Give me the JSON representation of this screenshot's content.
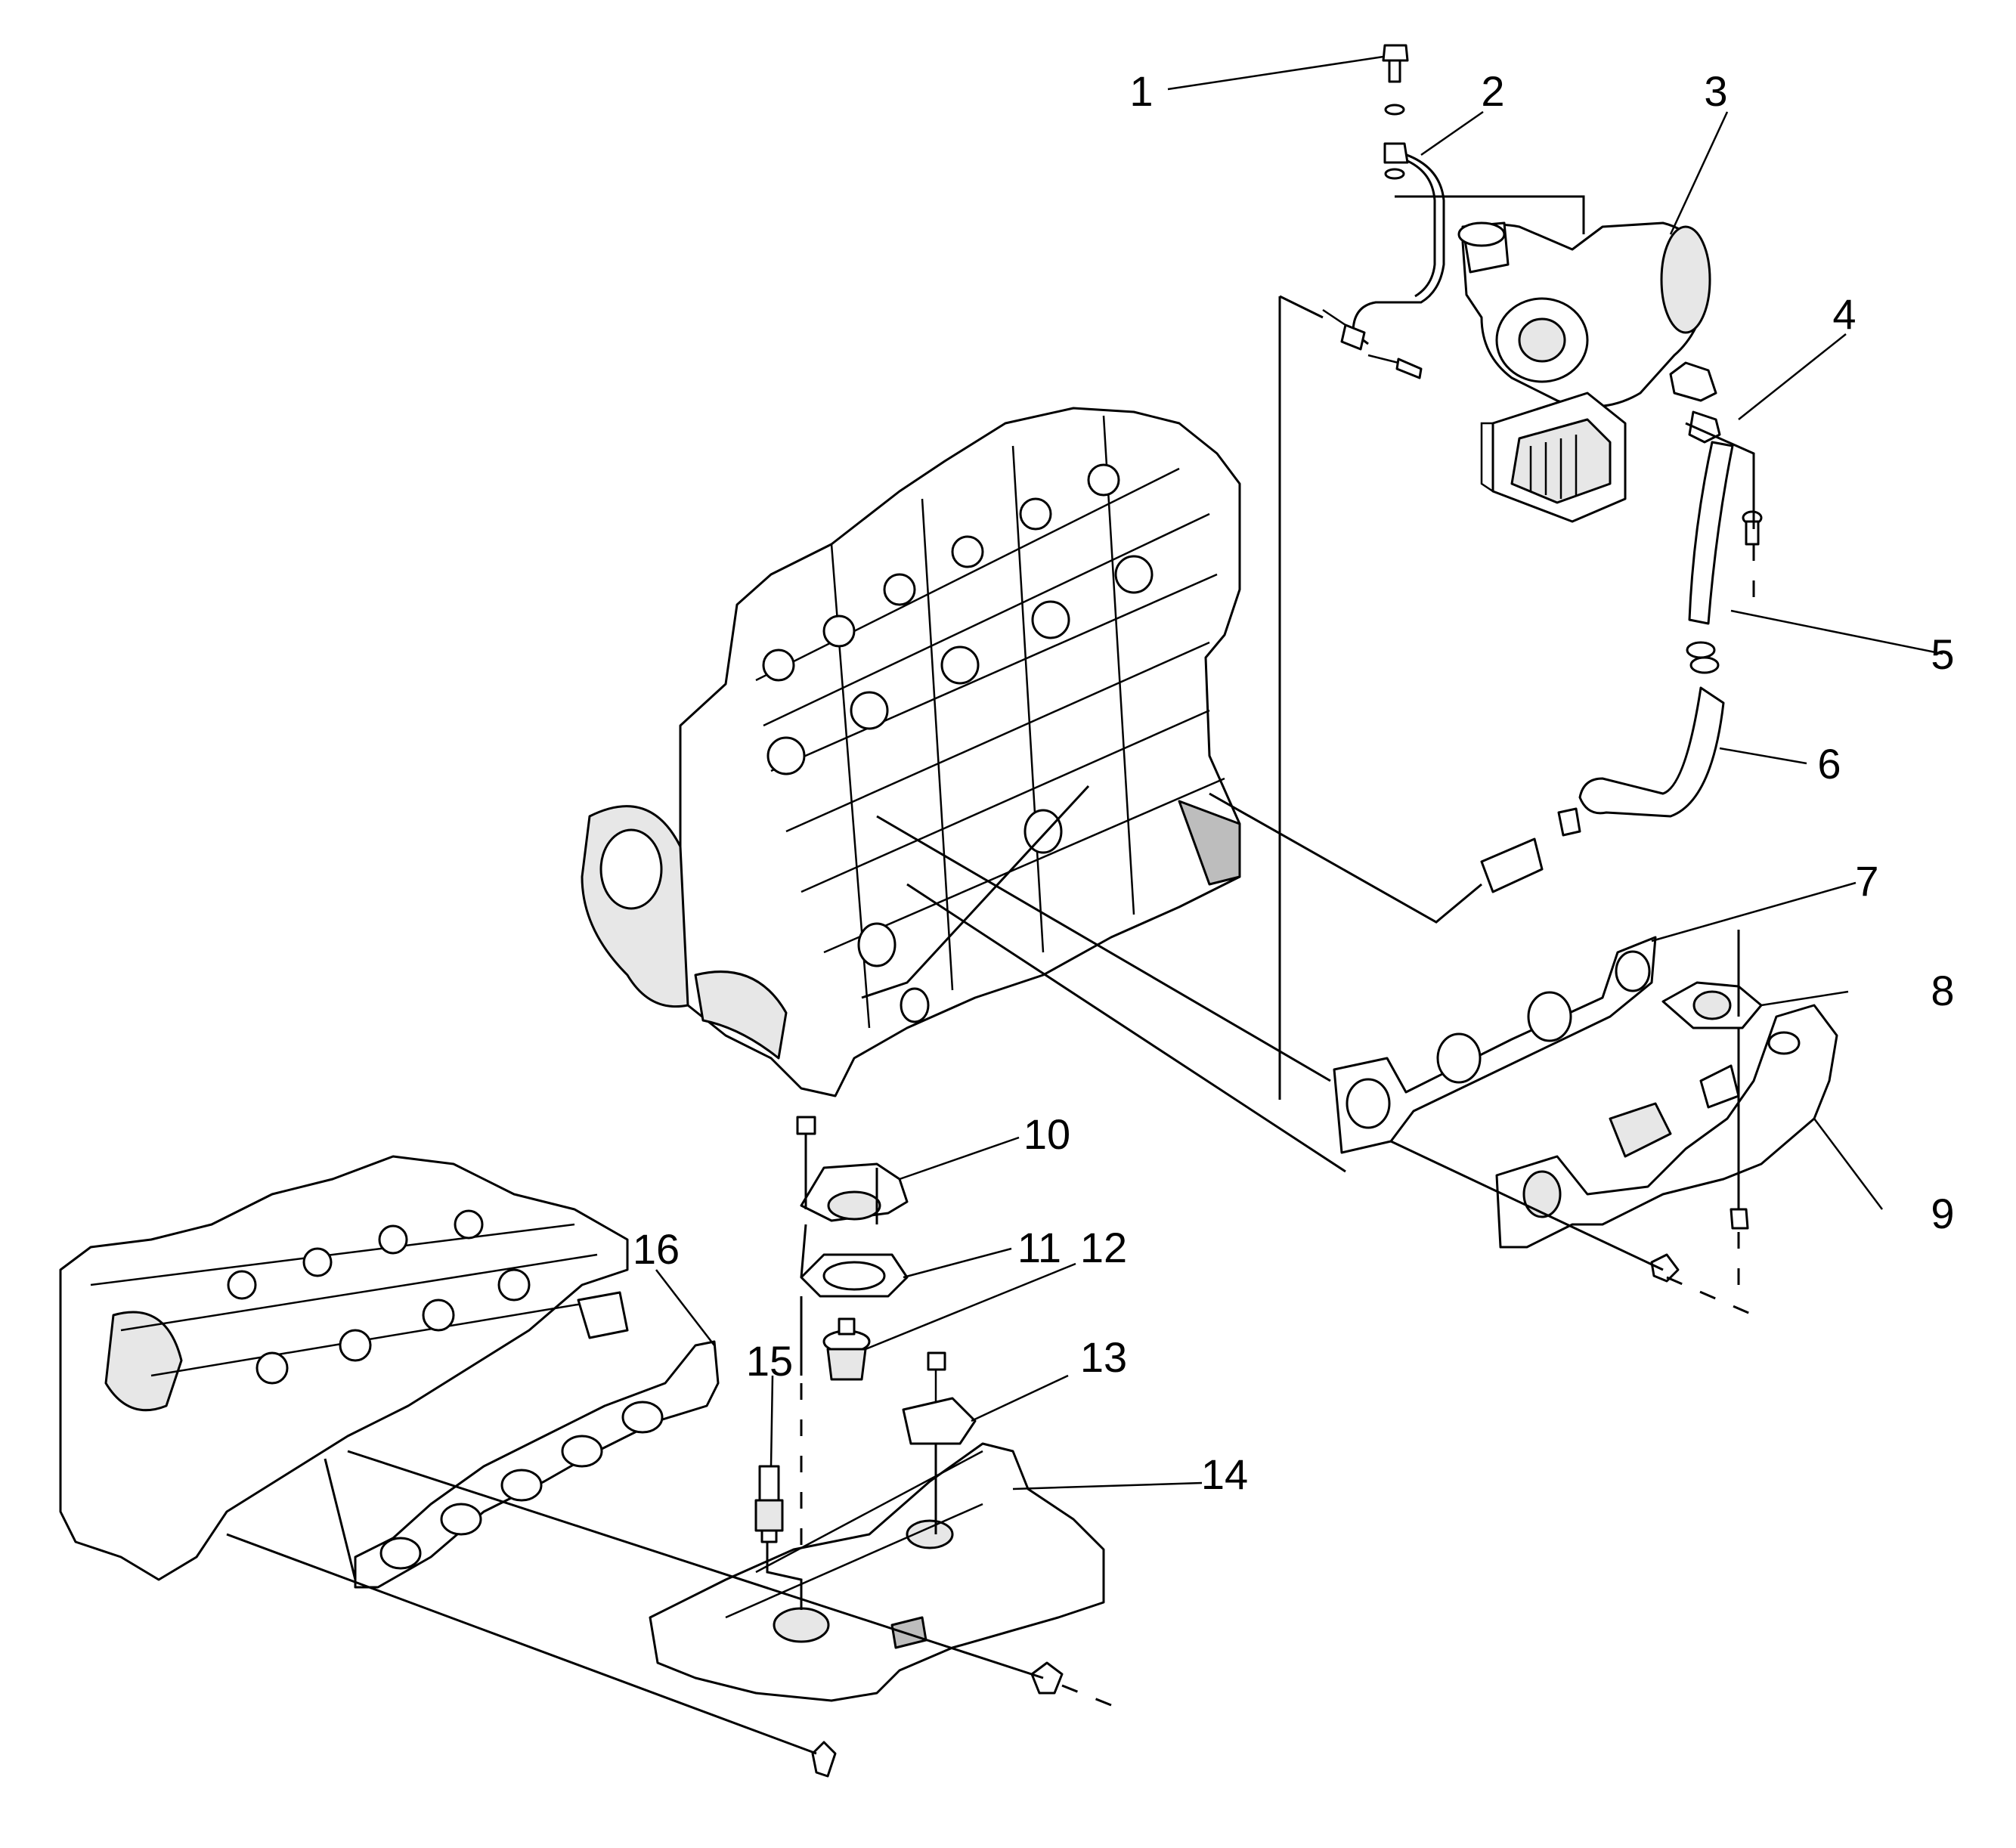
{
  "callouts": [
    {
      "id": 1,
      "text": "1"
    },
    {
      "id": 2,
      "text": "2"
    },
    {
      "id": 3,
      "text": "3"
    },
    {
      "id": 4,
      "text": "4"
    },
    {
      "id": 5,
      "text": "5"
    },
    {
      "id": 6,
      "text": "6"
    },
    {
      "id": 7,
      "text": "7"
    },
    {
      "id": 8,
      "text": "8"
    },
    {
      "id": 9,
      "text": "9"
    },
    {
      "id": 10,
      "text": "10"
    },
    {
      "id": 11,
      "text": "11"
    },
    {
      "id": 12,
      "text": "12"
    },
    {
      "id": 13,
      "text": "13"
    },
    {
      "id": 14,
      "text": "14"
    },
    {
      "id": 15,
      "text": "15"
    },
    {
      "id": 16,
      "text": "16"
    }
  ],
  "colors": {
    "line": "#000000",
    "background": "#ffffff",
    "shade": "#e7e7e7",
    "dark_shade": "#bdbdbd"
  }
}
